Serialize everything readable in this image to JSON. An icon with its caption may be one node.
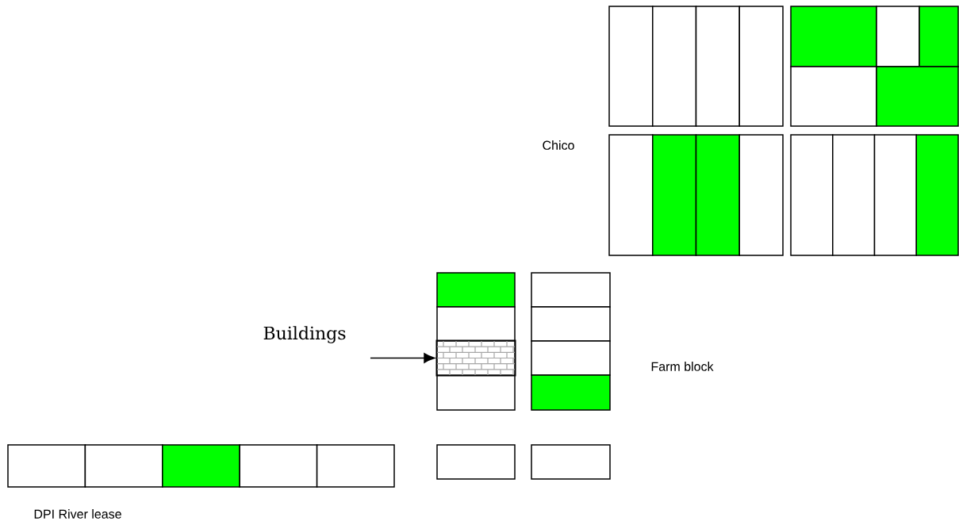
{
  "diagram": {
    "nodes": [
      {
        "text": [
          "Buildings"
        ]
      },
      {
        "text": [],
        "shape": "box"
      }
    ],
    "edges": [
      {
        "from": 0,
        "to": 1,
        "arrow": "to"
      }
    ],
    "labels": [
      "Chico",
      "Farm block",
      "DPI River lease"
    ]
  }
}
